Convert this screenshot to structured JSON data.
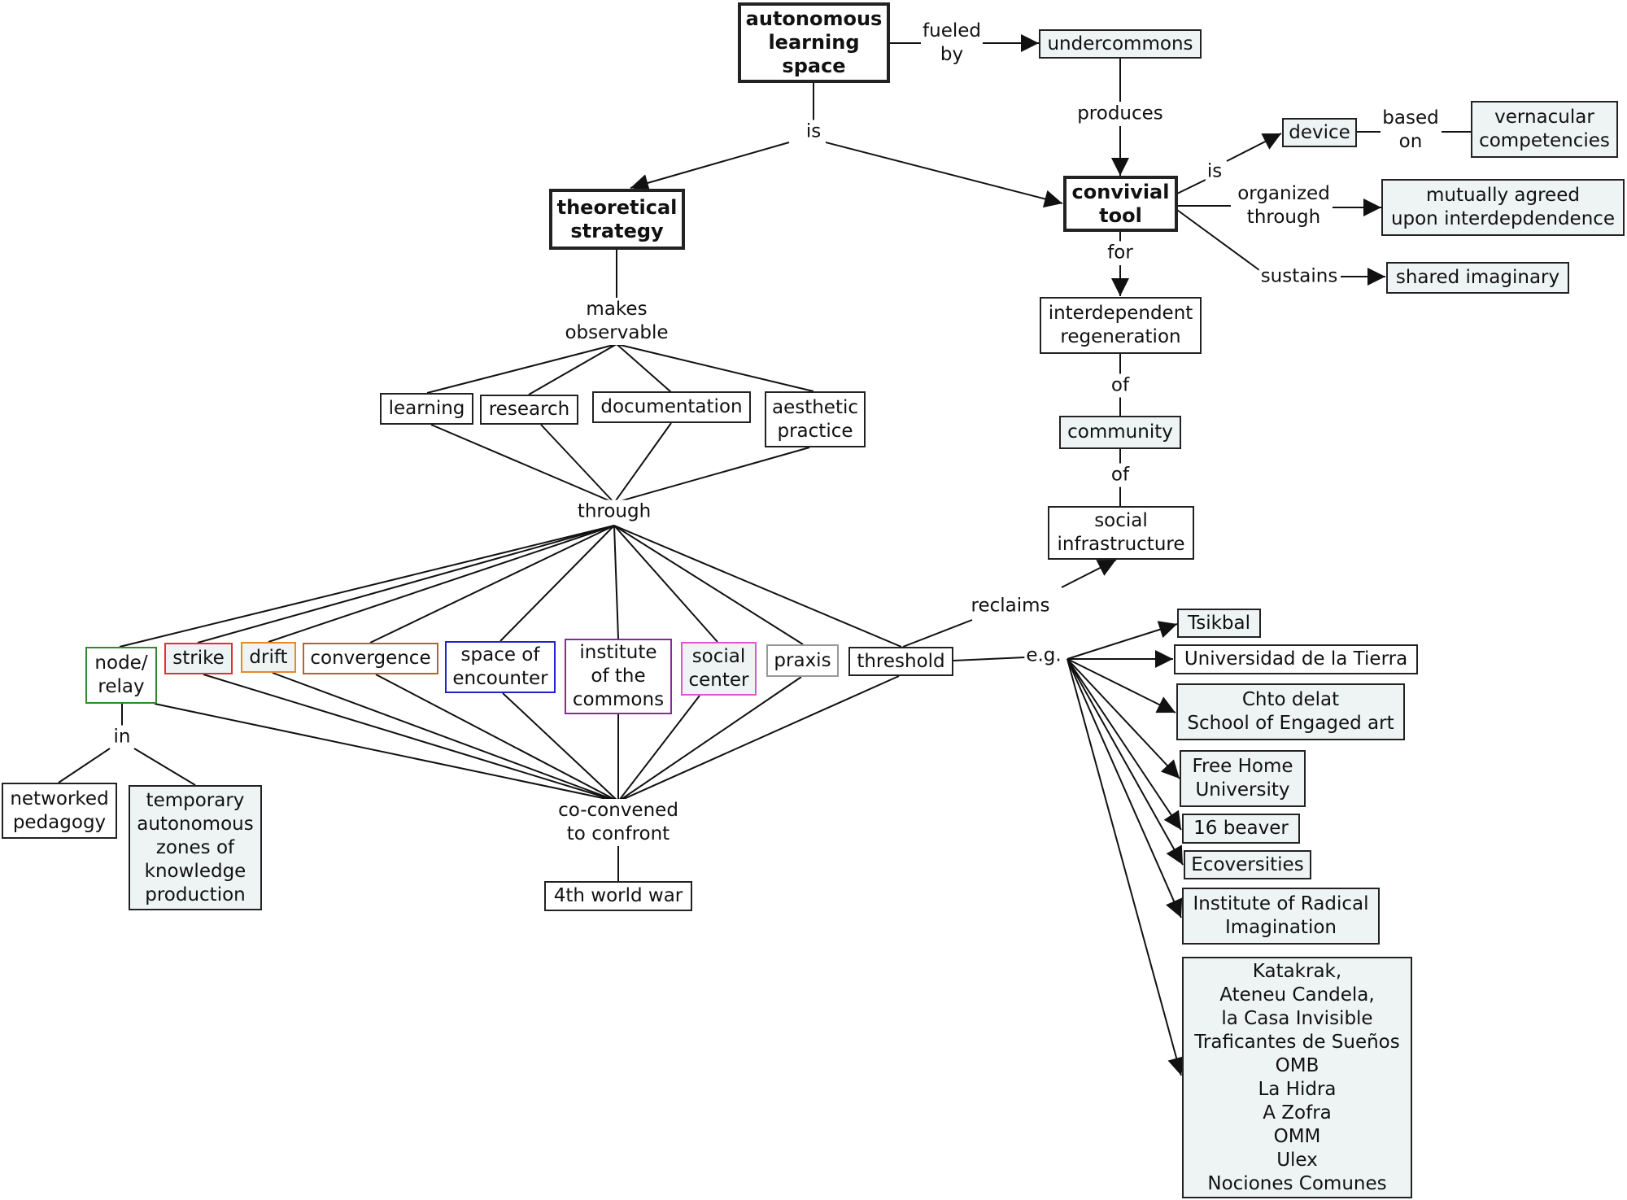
{
  "nodes": {
    "autonomous_learning_space": "autonomous\nlearning\nspace",
    "undercommons": "undercommons",
    "theoretical_strategy": "theoretical\nstrategy",
    "convivial_tool": "convivial\ntool",
    "device": "device",
    "vernacular_competencies": "vernacular\ncompetencies",
    "mutually_agreed": "mutually agreed\nupon interdepdendence",
    "shared_imaginary": "shared imaginary",
    "interdependent_regeneration": "interdependent\nregeneration",
    "community": "community",
    "social_infrastructure": "social\ninfrastructure",
    "learning": "learning",
    "research": "research",
    "documentation": "documentation",
    "aesthetic_practice": "aesthetic\npractice",
    "node_relay": "node/\nrelay",
    "strike": "strike",
    "drift": "drift",
    "convergence": "convergence",
    "space_of_encounter": "space of\nencounter",
    "institute_of_the_commons": "institute\nof the\ncommons",
    "social_center": "social\ncenter",
    "praxis": "praxis",
    "threshold": "threshold",
    "networked_pedagogy": "networked\npedagogy",
    "temporary_autonomous_zones": "temporary\nautonomous\nzones of\nknowledge\nproduction",
    "fourth_world_war": "4th world war",
    "tsikbal": "Tsikbal",
    "universidad": "Universidad de la Tierra",
    "chto_delat": "Chto delat\nSchool of Engaged art",
    "free_home_university": "Free Home\nUniversity",
    "sixteen_beaver": "16 beaver",
    "ecoversities": "Ecoversities",
    "institute_radical_imagination": "Institute of Radical\nImagination",
    "spaces_list": "Katakrak,\nAteneu Candela,\nla Casa Invisible\nTraficantes de Sueños\nOMB\nLa Hidra\nA Zofra\nOMM\nUlex\nNociones Comunes"
  },
  "labels": {
    "fueled_by": "fueled\nby",
    "is_top": "is",
    "produces": "produces",
    "is_right": "is",
    "based_on": "based\non",
    "organized_through": "organized\nthrough",
    "sustains": "sustains",
    "for": "for",
    "of_1": "of",
    "of_2": "of",
    "makes_observable": "makes\nobservable",
    "through": "through",
    "reclaims": "reclaims",
    "eg": "e.g.",
    "in": "in",
    "co_convened": "co-convened\nto confront"
  },
  "colors": {
    "strike": "#e03030",
    "drift": "#e58a2a",
    "convergence": "#b5652a",
    "space_of_encounter": "#2222cc",
    "institute_of_the_commons": "#8a2a9a",
    "social_center": "#e055d5",
    "praxis": "#999999",
    "node_relay": "#2e8a2e",
    "shade": "#eef3f4",
    "line": "#111111"
  }
}
